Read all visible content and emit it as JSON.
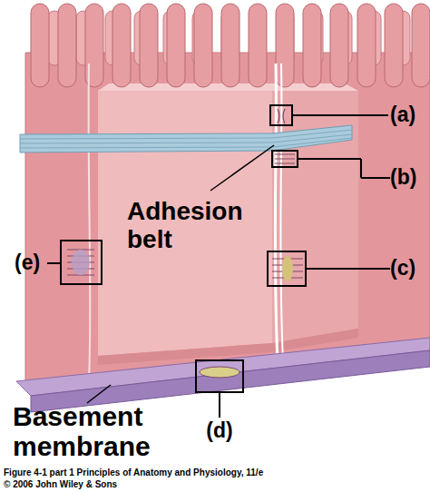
{
  "diagram": {
    "caption": "Figure 4-1 part 1 Principles of Anatomy and Physiology, 11/e",
    "labels": [
      "(a)",
      "(b)",
      "Adhesion belt",
      "(e)",
      "(c)",
      "Basement membrane",
      "(d)",
      "© 2006 John Wiley & Sons"
    ]
  }
}
